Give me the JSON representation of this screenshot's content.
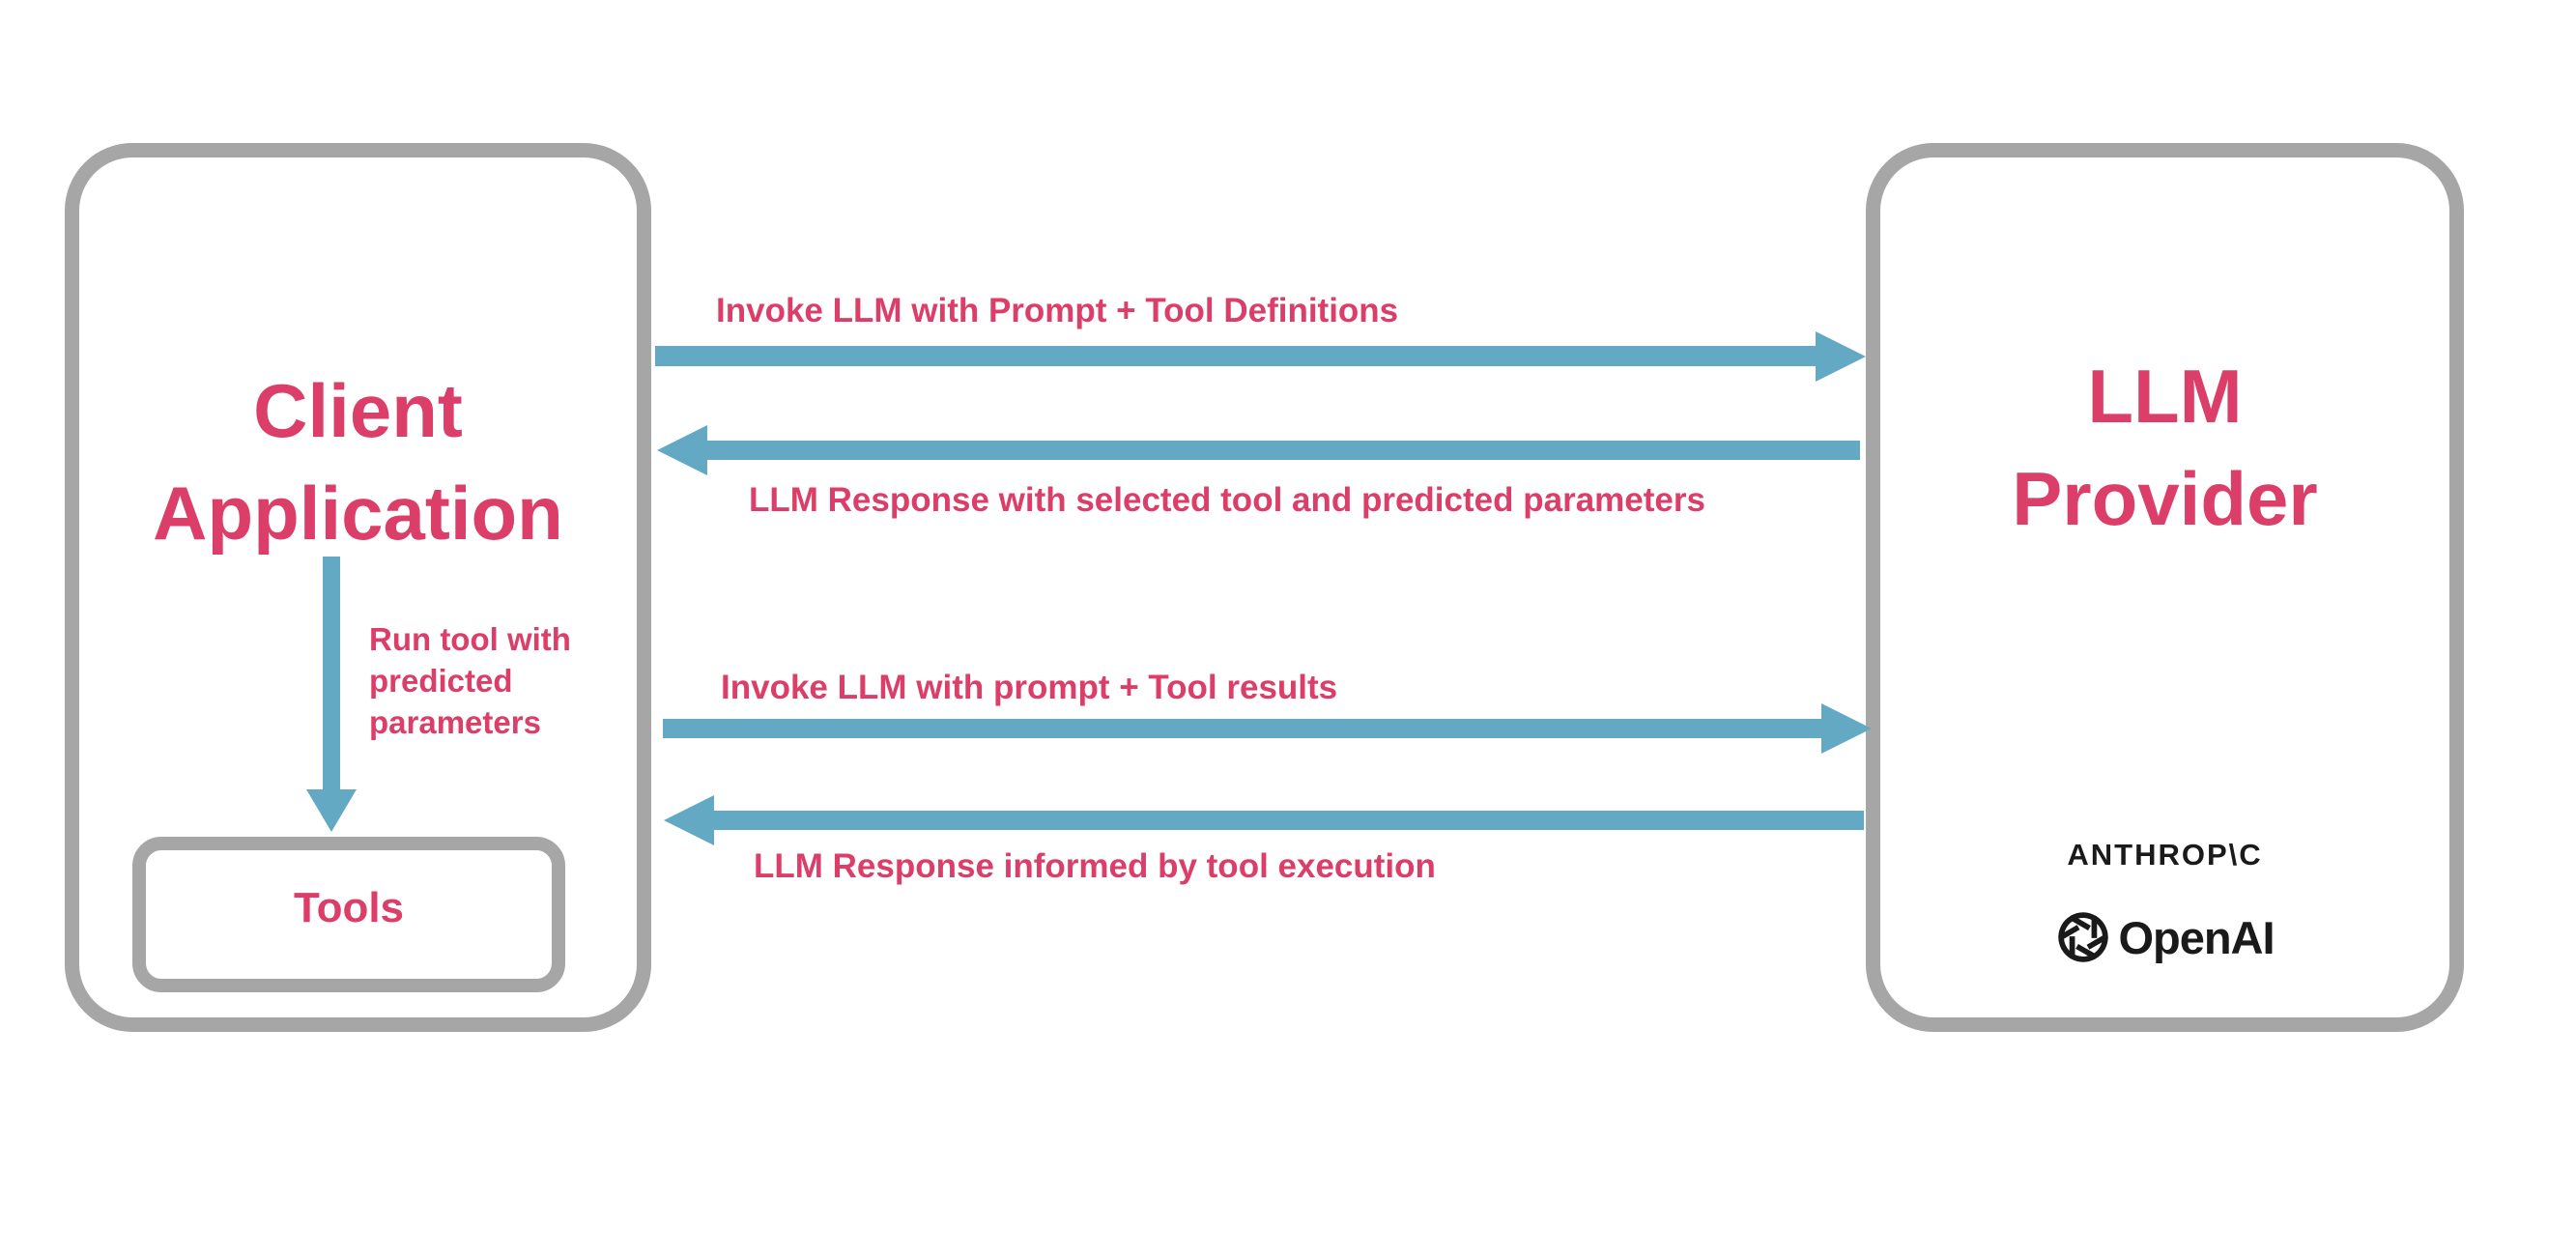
{
  "colors": {
    "pink": "#DB3E68",
    "blue": "#63A9C3",
    "gray_border": "#A6A6A6",
    "logo_black": "#1A1A1A",
    "background": "#FFFFFF"
  },
  "client_box": {
    "title_line1": "Client",
    "title_line2": "Application",
    "tools_label": "Tools",
    "run_tool_label_lines": [
      "Run tool with",
      "predicted",
      "parameters"
    ]
  },
  "llm_box": {
    "title_line1": "LLM",
    "title_line2": "Provider",
    "anthropic_wordmark": "ANTHROP\\C",
    "openai_wordmark": "OpenAI"
  },
  "arrows": [
    {
      "id": "invoke-1",
      "direction": "right",
      "label": "Invoke LLM with Prompt + Tool Definitions"
    },
    {
      "id": "response-1",
      "direction": "left",
      "label": "LLM Response with selected tool and predicted parameters"
    },
    {
      "id": "invoke-2",
      "direction": "right",
      "label": "Invoke LLM with prompt + Tool results"
    },
    {
      "id": "response-2",
      "direction": "left",
      "label": "LLM Response informed by tool execution"
    },
    {
      "id": "run-tool",
      "direction": "down",
      "label": "Run tool with predicted parameters"
    }
  ]
}
